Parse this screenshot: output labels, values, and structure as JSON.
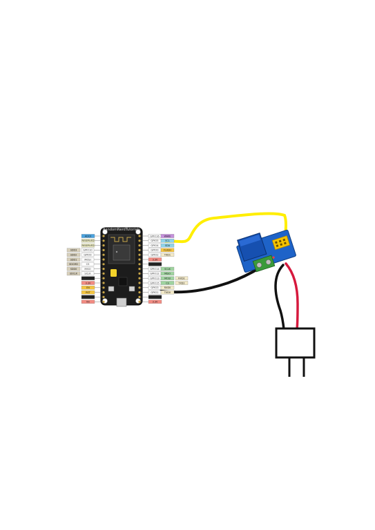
{
  "board": {
    "name": "RandomNerdTutorials",
    "left_pins": [
      {
        "pin": "",
        "tag": "ADC0",
        "color": "#4aa3df"
      },
      {
        "pin": "",
        "tag": "RESERVED",
        "color": "#f2f2c8"
      },
      {
        "pin": "",
        "tag": "RESERVED",
        "color": "#f2f2c8"
      },
      {
        "pin": "GPIO10",
        "tag": "SDD3",
        "color": "#d8d0bb"
      },
      {
        "pin": "GPIO9",
        "tag": "SDD2",
        "color": "#d8d0bb"
      },
      {
        "pin": "MOSI",
        "tag": "SDD1",
        "color": "#d8d0bb"
      },
      {
        "pin": "CS",
        "tag": "SDCMD",
        "color": "#d8d0bb"
      },
      {
        "pin": "MISO",
        "tag": "SDD0",
        "color": "#d8d0bb"
      },
      {
        "pin": "SCLK",
        "tag": "SDCLK",
        "color": "#d8d0bb"
      },
      {
        "pin": "",
        "tag": "GND",
        "color": "#222222"
      },
      {
        "pin": "",
        "tag": "3.3V",
        "color": "#f28b82"
      },
      {
        "pin": "",
        "tag": "EN",
        "color": "#f4c542"
      },
      {
        "pin": "",
        "tag": "RST",
        "color": "#f4c542"
      },
      {
        "pin": "",
        "tag": "GND",
        "color": "#222222"
      },
      {
        "pin": "",
        "tag": "Vin",
        "color": "#f28b82"
      }
    ],
    "right_pins": [
      {
        "pin": "GPIO16",
        "tag": "WAKE",
        "color": "#c58fdc"
      },
      {
        "pin": "GPIO5",
        "tag": "SCL",
        "color": "#8fd3e8"
      },
      {
        "pin": "GPIO4",
        "tag": "SDA",
        "color": "#8fd3e8"
      },
      {
        "pin": "GPIO0",
        "tag": "FLASH",
        "color": "#f4c542"
      },
      {
        "pin": "GPIO2",
        "tag": "TXD1",
        "color": "#f2e9c8"
      },
      {
        "pin": "",
        "tag": "3.3V",
        "color": "#f28b82"
      },
      {
        "pin": "",
        "tag": "GND",
        "color": "#222222"
      },
      {
        "pin": "GPIO14",
        "tag": "SCLK",
        "color": "#9fd39f"
      },
      {
        "pin": "GPIO12",
        "tag": "MISO",
        "color": "#9fd39f"
      },
      {
        "pin": "GPIO13",
        "tag": "MOSI",
        "extra": "RXD2",
        "color": "#9fd39f"
      },
      {
        "pin": "GPIO15",
        "tag": "CS",
        "extra": "TXD2",
        "color": "#9fd39f"
      },
      {
        "pin": "GPIO3",
        "tag": "RXD0",
        "color": "#f2e9c8"
      },
      {
        "pin": "GPIO1",
        "tag": "TXD0",
        "color": "#f2e9c8"
      },
      {
        "pin": "",
        "tag": "GND",
        "color": "#222222"
      },
      {
        "pin": "",
        "tag": "3.3V",
        "color": "#f28b82"
      }
    ]
  },
  "wires": {
    "signal_color": "#ffee00",
    "ground_color": "#111111",
    "live_color": "#d6193d",
    "neutral_color": "#111111"
  },
  "relay": {
    "body_color": "#1e63c8",
    "terminal_color": "#3a9a3a",
    "header_color": "#f5c400"
  },
  "plug": {
    "color": "#ffffff",
    "stroke": "#111111"
  }
}
